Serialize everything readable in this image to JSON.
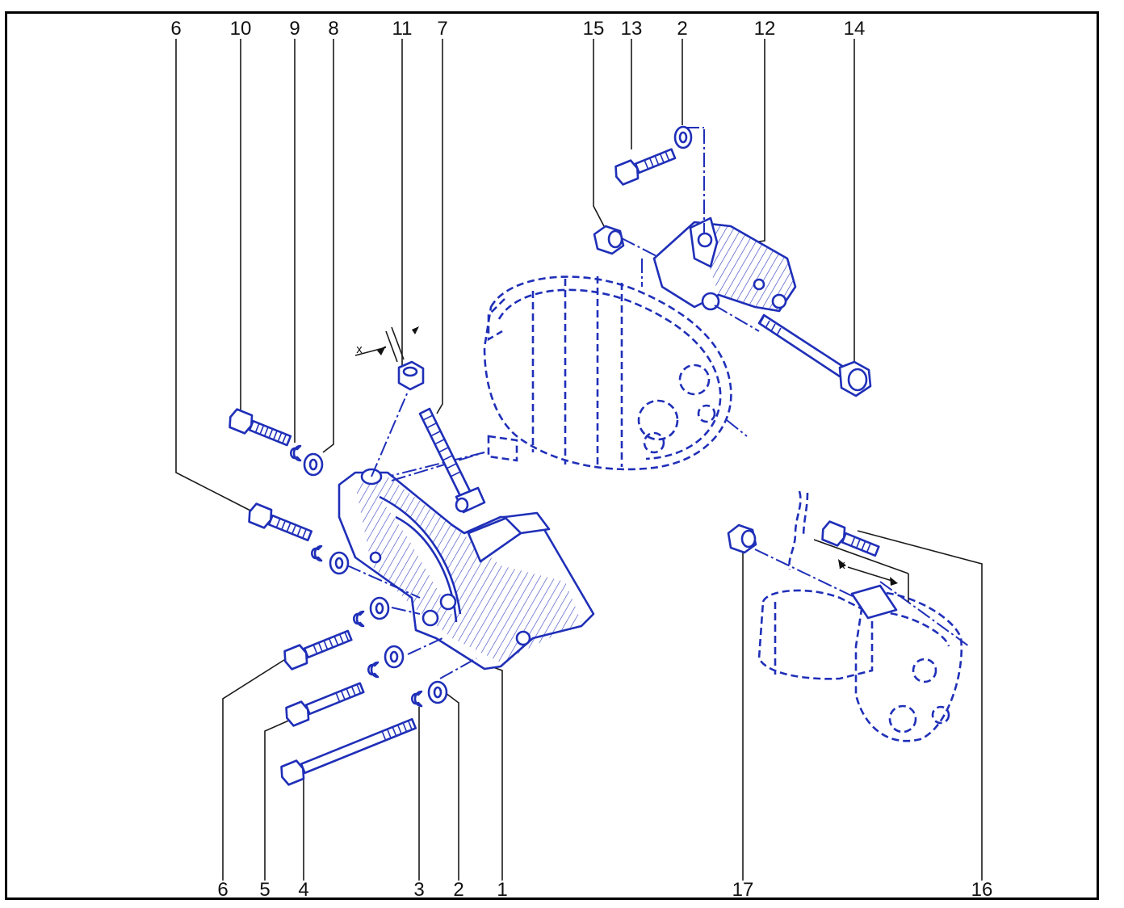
{
  "diagram": {
    "callouts_top": [
      {
        "id": "6"
      },
      {
        "id": "10"
      },
      {
        "id": "9"
      },
      {
        "id": "8"
      },
      {
        "id": "11"
      },
      {
        "id": "7"
      },
      {
        "id": "15"
      },
      {
        "id": "13"
      },
      {
        "id": "2"
      },
      {
        "id": "12"
      },
      {
        "id": "14"
      }
    ],
    "callouts_bottom": [
      {
        "id": "6"
      },
      {
        "id": "5"
      },
      {
        "id": "4"
      },
      {
        "id": "3"
      },
      {
        "id": "2"
      },
      {
        "id": "1"
      },
      {
        "id": "17"
      },
      {
        "id": "16"
      }
    ],
    "dimension_marks": [
      "x",
      "x"
    ],
    "colors": {
      "line_art": "#1f2fb8",
      "frame": "#000000",
      "text": "#111111"
    }
  }
}
